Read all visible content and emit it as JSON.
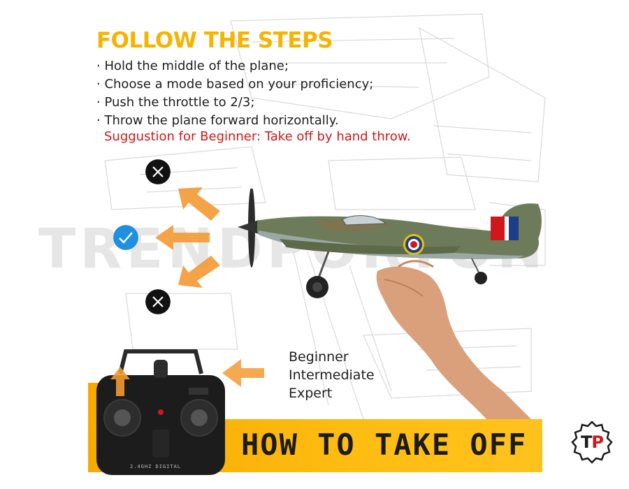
{
  "header": {
    "title": "FOLLOW THE STEPS",
    "steps": [
      "Hold the middle of the plane;",
      "Choose a mode based on your proficiency;",
      "Push the throttle to 2/3;",
      "Throw the plane forward horizontally."
    ],
    "tip": "Suggustion for Beginner: Take off by hand throw."
  },
  "watermark": {
    "text": "TRENDPORTON"
  },
  "launch_angles": [
    {
      "name": "upward",
      "status": "wrong",
      "icon": "x-mark-icon"
    },
    {
      "name": "level",
      "status": "correct",
      "icon": "check-mark-icon"
    },
    {
      "name": "downward",
      "status": "wrong",
      "icon": "x-mark-icon"
    }
  ],
  "modes": {
    "items": [
      "Beginner",
      "Intermediate",
      "Expert"
    ]
  },
  "remote": {
    "label": "2.4GHZ DIGITAL"
  },
  "banner": {
    "title": "HOW TO TAKE OFF"
  },
  "logo": {
    "t": "T",
    "p": "P"
  },
  "colors": {
    "accent_yellow": "#f5b400",
    "banner_yellow": "#ffbd12",
    "arrow_orange": "#f39a32",
    "tip_red": "#d0171b",
    "check_blue": "#1f8fe0"
  }
}
